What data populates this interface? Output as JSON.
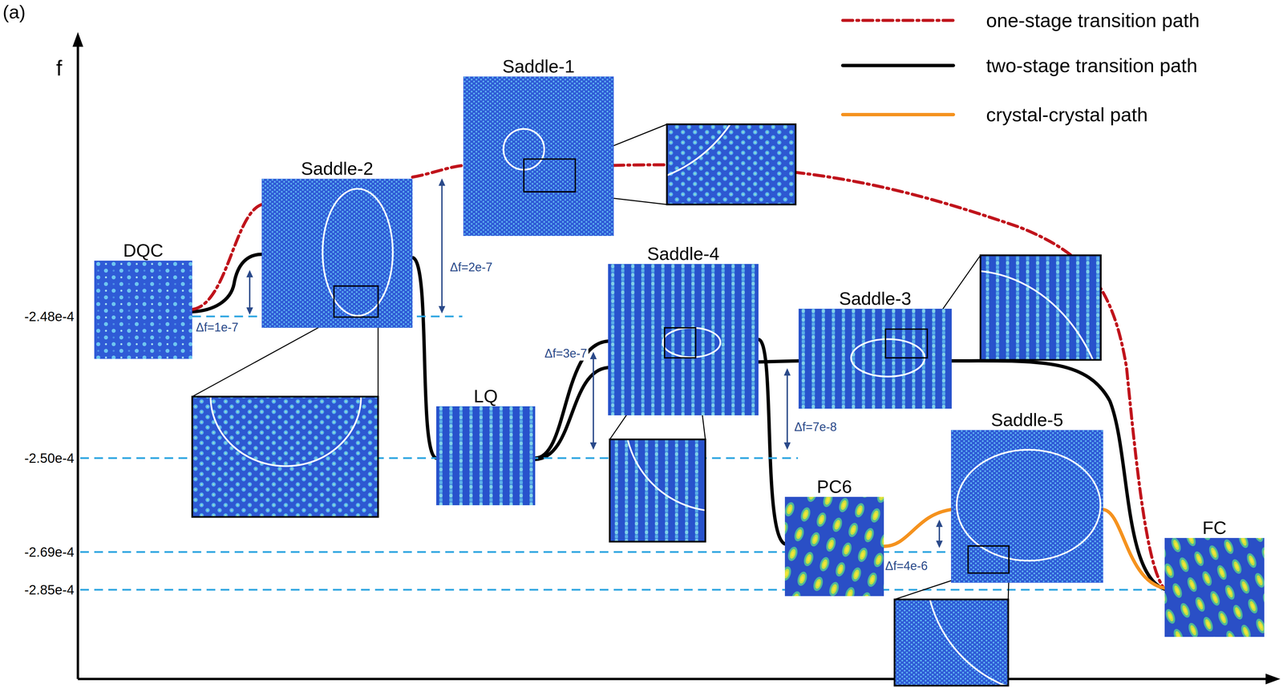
{
  "diagram": {
    "nodes": [
      {
        "text": [
          "DQC"
        ]
      },
      {
        "text": [
          "Saddle-2"
        ]
      },
      {
        "text": [
          "Saddle-1"
        ]
      },
      {
        "text": [
          "LQ"
        ]
      },
      {
        "text": [
          "Saddle-4"
        ]
      },
      {
        "text": [
          "Saddle-3"
        ]
      },
      {
        "text": [
          "PC6"
        ]
      },
      {
        "text": [
          "Saddle-5"
        ]
      },
      {
        "text": [
          "FC"
        ]
      }
    ],
    "edges": [
      {
        "from": 0,
        "to": 1,
        "arrow": "none"
      },
      {
        "from": 0,
        "to": 1,
        "arrow": "none"
      },
      {
        "from": 1,
        "to": 2,
        "arrow": "none"
      },
      {
        "from": 2,
        "to": 8,
        "arrow": "none"
      },
      {
        "from": 1,
        "to": 3,
        "arrow": "none"
      },
      {
        "from": 3,
        "to": 4,
        "arrow": "none"
      },
      {
        "from": 3,
        "to": 5,
        "arrow": "none"
      },
      {
        "from": 4,
        "to": 6,
        "arrow": "none"
      },
      {
        "from": 5,
        "to": 8,
        "arrow": "none"
      },
      {
        "from": 6,
        "to": 7,
        "arrow": "none"
      },
      {
        "from": 7,
        "to": 8,
        "arrow": "none"
      }
    ],
    "labels": [
      "(a)",
      "f",
      "-2.48e-4",
      "-2.50e-4",
      "-2.69e-4",
      "-2.85e-4",
      "Δf=1e-7",
      "Δf=2e-7",
      "Δf=3e-7",
      "Δf=7e-8",
      "Δf=4e-6"
    ],
    "legend": [
      {
        "text": "one-stage transition path"
      },
      {
        "text": "two-stage transition path"
      },
      {
        "text": "crystal-crystal path"
      }
    ]
  }
}
